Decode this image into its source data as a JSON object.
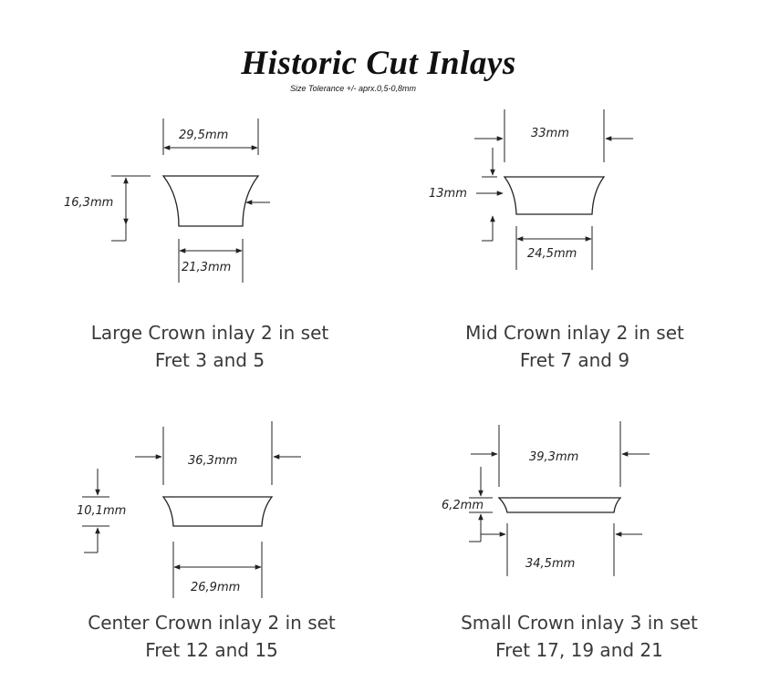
{
  "header": {
    "title": "Historic Cut Inlays",
    "subtitle": "Size Tolerance +/- aprx.0,5-0,8mm"
  },
  "inlays": [
    {
      "top_width": "29,5mm",
      "height": "16,3mm",
      "bottom_width": "21,3mm",
      "name": "Large Crown inlay 2 in set",
      "frets": "Fret 3 and 5"
    },
    {
      "top_width": "33mm",
      "height": "13mm",
      "bottom_width": "24,5mm",
      "name": "Mid Crown inlay 2 in set",
      "frets": "Fret 7 and 9"
    },
    {
      "top_width": "36,3mm",
      "height": "10,1mm",
      "bottom_width": "26,9mm",
      "name": "Center Crown inlay 2 in set",
      "frets": "Fret 12 and 15"
    },
    {
      "top_width": "39,3mm",
      "height": "6,2mm",
      "bottom_width": "34,5mm",
      "name": "Small Crown inlay 3 in set",
      "frets": "Fret 17, 19 and 21"
    }
  ]
}
